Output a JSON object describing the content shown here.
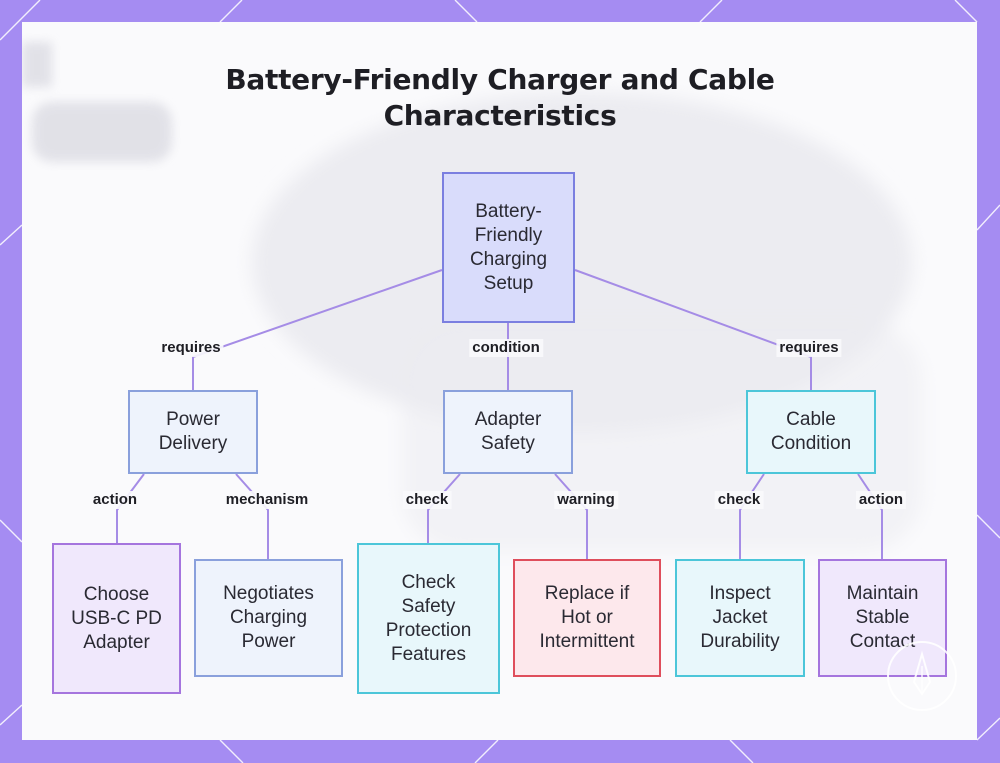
{
  "title": {
    "line1": "Battery-Friendly Charger and Cable",
    "line2": "Characteristics"
  },
  "colors": {
    "background": "#a58cf2",
    "card": "#fafafc",
    "edge": "#a58ce6",
    "root_fill": "#d9dcfb",
    "root_border": "#7b7fe0",
    "blue_fill": "#eef3fc",
    "blue_border": "#8aa0dc",
    "cyan_fill": "#e8f7fb",
    "cyan_border": "#4cc6d9",
    "purple_fill": "#f0e8fc",
    "purple_border": "#a575de",
    "red_fill": "#fde8ec",
    "red_border": "#df4e5c"
  },
  "nodes": {
    "root": {
      "label": "Battery-\nFriendly\nCharging\nSetup"
    },
    "power_delivery": {
      "label": "Power\nDelivery"
    },
    "adapter_safety": {
      "label": "Adapter\nSafety"
    },
    "cable_condition": {
      "label": "Cable\nCondition"
    },
    "choose_usbc": {
      "label": "Choose\nUSB-C PD\nAdapter"
    },
    "negotiates": {
      "label": "Negotiates\nCharging\nPower"
    },
    "check_safety": {
      "label": "Check\nSafety\nProtection\nFeatures"
    },
    "replace": {
      "label": "Replace if\nHot or\nIntermittent"
    },
    "inspect": {
      "label": "Inspect\nJacket\nDurability"
    },
    "maintain": {
      "label": "Maintain\nStable\nContact"
    }
  },
  "edges": {
    "root_power": "requires",
    "root_adapter": "condition",
    "root_cable": "requires",
    "power_choose": "action",
    "power_negotiates": "mechanism",
    "adapter_check": "check",
    "adapter_replace": "warning",
    "cable_inspect": "check",
    "cable_maintain": "action"
  }
}
